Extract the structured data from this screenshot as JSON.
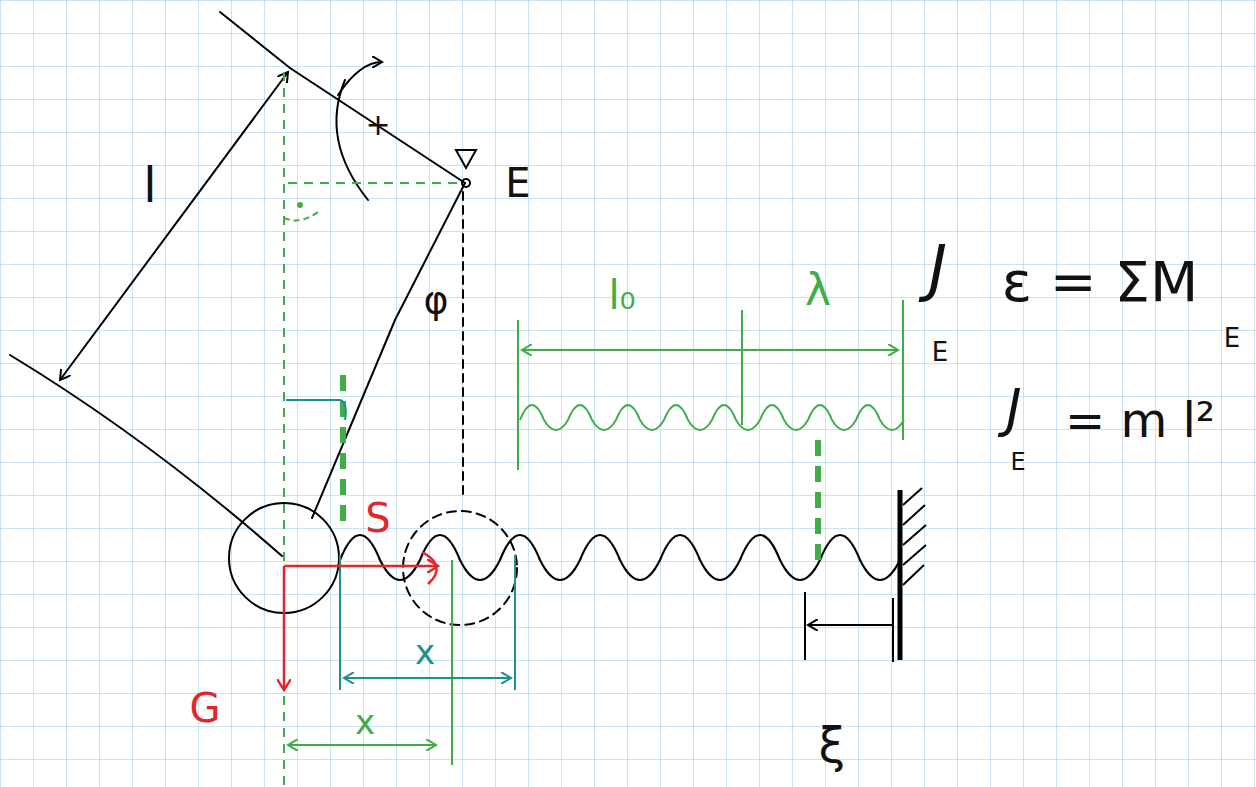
{
  "diagram": {
    "labels": [
      "l",
      "+",
      "E",
      "φ",
      "l₀",
      "λ",
      "J",
      "E",
      "ε = ΣM",
      "E",
      "J",
      "E",
      "= m l²",
      "S",
      "G",
      "x",
      "x",
      "ξ"
    ]
  }
}
